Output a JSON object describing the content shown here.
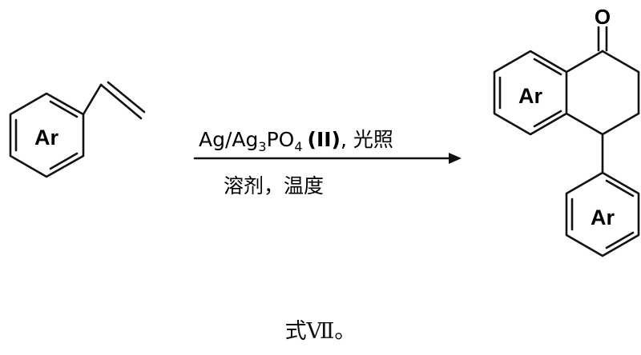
{
  "reactant": {
    "ring_label": "Ar"
  },
  "conditions": {
    "reagent_main": "Ag/Ag",
    "reagent_sub": "3",
    "reagent_po": "PO",
    "reagent_sub2": "4",
    "catalyst_label": "(II)",
    "light_label": ", 光照",
    "solvent_temp": "溶剂，温度"
  },
  "product": {
    "fused_ring_label": "Ar",
    "pendant_ring_label": "Ar",
    "carbonyl_atom": "O"
  },
  "caption": "式Ⅶ。"
}
